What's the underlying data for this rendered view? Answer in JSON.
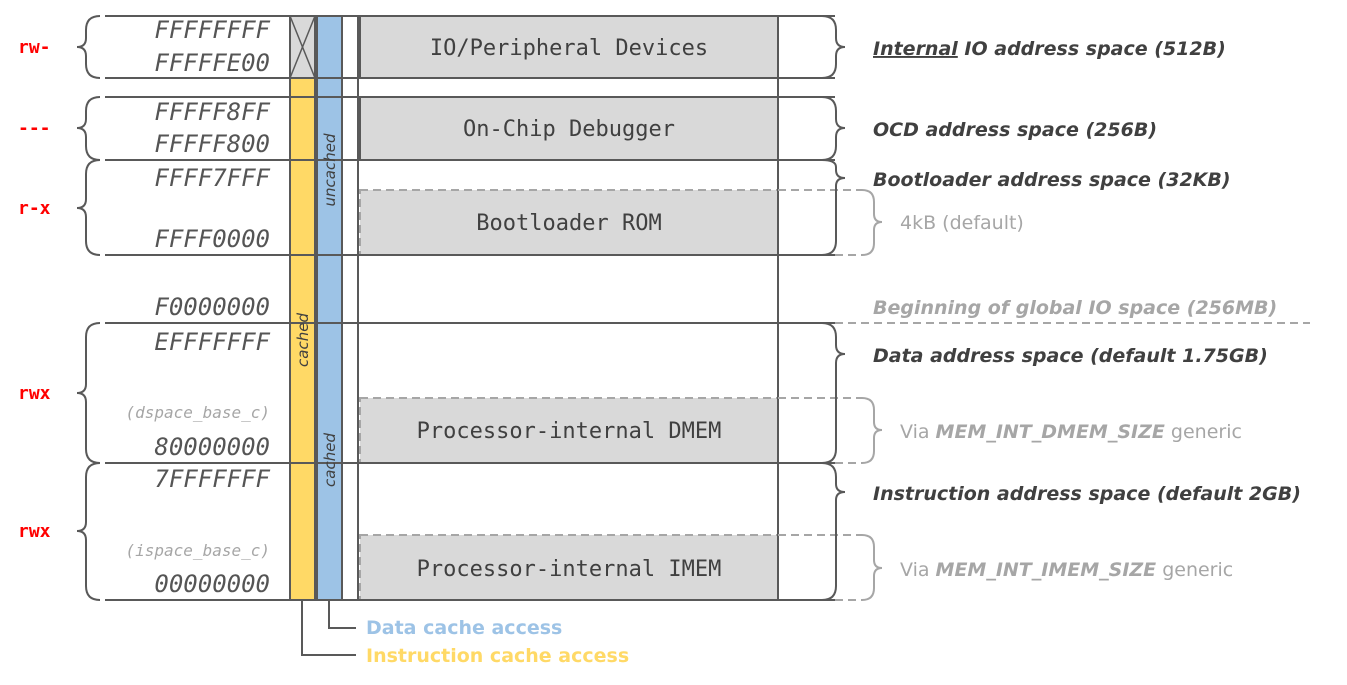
{
  "colors": {
    "perm": "#ff0000",
    "address": "#555555",
    "region_fill": "#d9d9d9",
    "line": "#595959",
    "dashed": "#a6a6a6",
    "dcache": "#9dc3e6",
    "icache": "#ffd966",
    "label_dark": "#404040",
    "label_light": "#a6a6a6"
  },
  "permissions": {
    "io": "rw-",
    "ocd": "---",
    "boot": "r-x",
    "dmem": "rwx",
    "imem": "rwx"
  },
  "addresses": {
    "a_ffffffff": "FFFFFFFF",
    "a_fffffe00": "FFFFFE00",
    "a_fffff8ff": "FFFFF8FF",
    "a_fffff800": "FFFFF800",
    "a_ffff7fff": "FFFF7FFF",
    "a_ffff0000": "FFFF0000",
    "a_f0000000": "F0000000",
    "a_efffffff": "EFFFFFFF",
    "dspace_base": "(dspace_base_c)",
    "a_80000000": "80000000",
    "a_7fffffff": "7FFFFFFF",
    "ispace_base": "(ispace_base_c)",
    "a_00000000": "00000000"
  },
  "regions": {
    "io": "IO/Peripheral Devices",
    "ocd": "On-Chip Debugger",
    "boot": "Bootloader ROM",
    "dmem": "Processor-internal DMEM",
    "imem": "Processor-internal IMEM"
  },
  "columns": {
    "icache_cached": "cached",
    "dcache_uncached": "uncached",
    "dcache_cached": "cached"
  },
  "descriptions": {
    "io_internal": "Internal",
    "io_rest": " IO address space (512B)",
    "ocd": "OCD address space (256B)",
    "boot": "Bootloader address space (32KB)",
    "boot_size": "4kB (default)",
    "global_io": "Beginning of global IO space (256MB)",
    "data": "Data address space (default 1.75GB)",
    "dmem_via": "Via ",
    "dmem_generic": "MEM_INT_DMEM_SIZE",
    "dmem_tail": "  generic",
    "instr": "Instruction address space (default 2GB)",
    "imem_via": "Via ",
    "imem_generic": "MEM_INT_IMEM_SIZE",
    "imem_tail": "  generic"
  },
  "legend": {
    "dcache": "Data cache access",
    "icache": "Instruction cache access"
  }
}
